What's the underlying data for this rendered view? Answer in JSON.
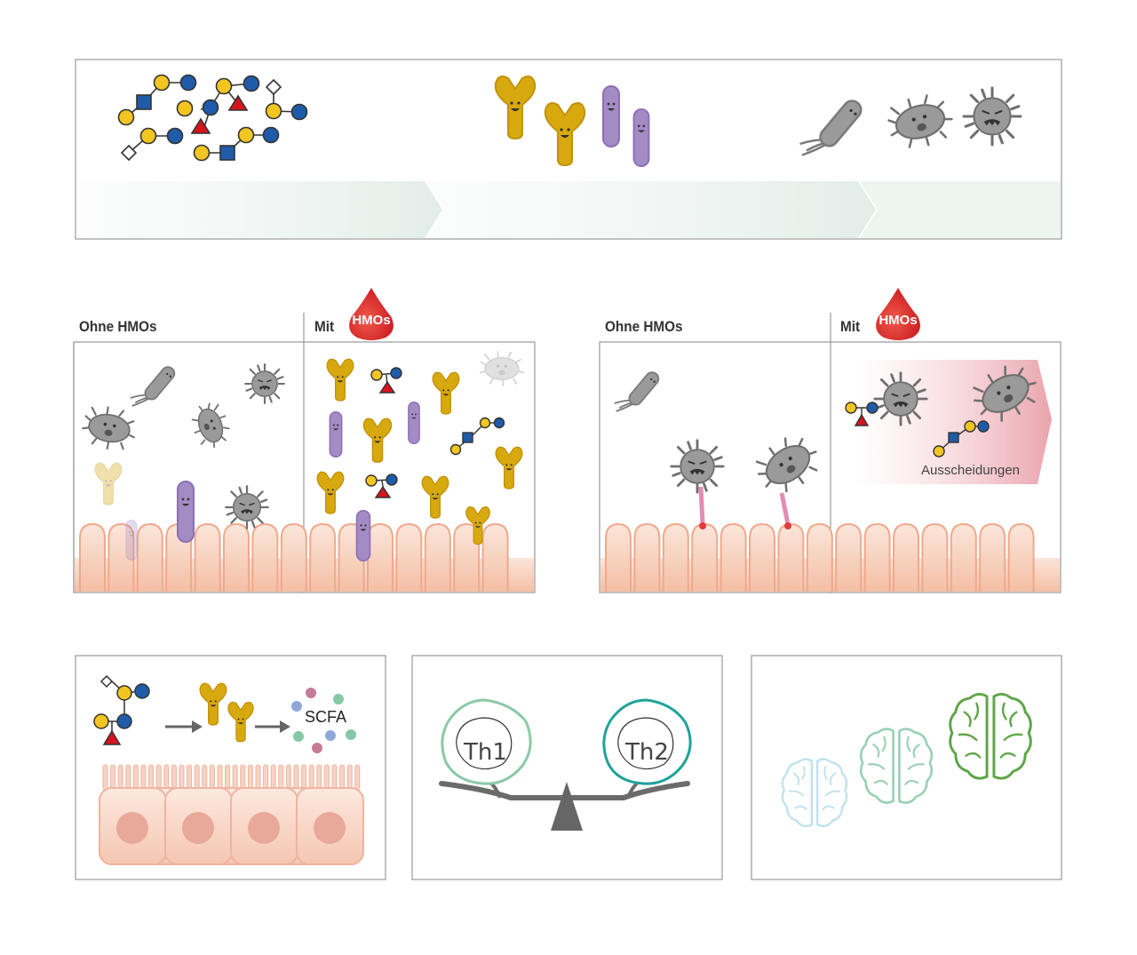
{
  "panels": {
    "without_label": "Ohne HMOs",
    "with_label": "Mit",
    "hmo_badge": "HMOs",
    "excretion_label": "Ausscheidungen"
  },
  "scfa": {
    "label": "SCFA"
  },
  "immune": {
    "th1": "Th1",
    "th2": "Th2"
  },
  "colors": {
    "hmo_yellow": "#F2C521",
    "hmo_blue": "#1F5BA8",
    "hmo_red": "#D7141E",
    "bifido_yellow": "#D8A80F",
    "lacto_purple": "#A38BC4",
    "pathogen_gray": "#9A9A9A",
    "villi_pink": "#F6C9B2",
    "badge_red": "#D9261C",
    "th1_green": "#8CC9A6",
    "th2_teal": "#1FA39A",
    "brain_green": "#5EA548"
  }
}
